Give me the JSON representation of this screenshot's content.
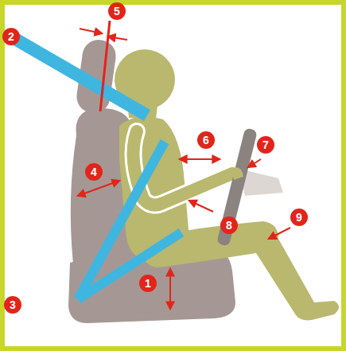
{
  "diagram": {
    "nodes": [
      {
        "text": [
          "5"
        ]
      },
      {
        "text": [
          "2"
        ]
      },
      {
        "text": [
          "6"
        ]
      },
      {
        "text": [
          "7"
        ]
      },
      {
        "text": [
          "4"
        ]
      },
      {
        "text": [
          "9"
        ]
      },
      {
        "text": [
          "8"
        ]
      },
      {
        "text": [
          "1"
        ]
      },
      {
        "text": [
          "3"
        ]
      }
    ]
  }
}
